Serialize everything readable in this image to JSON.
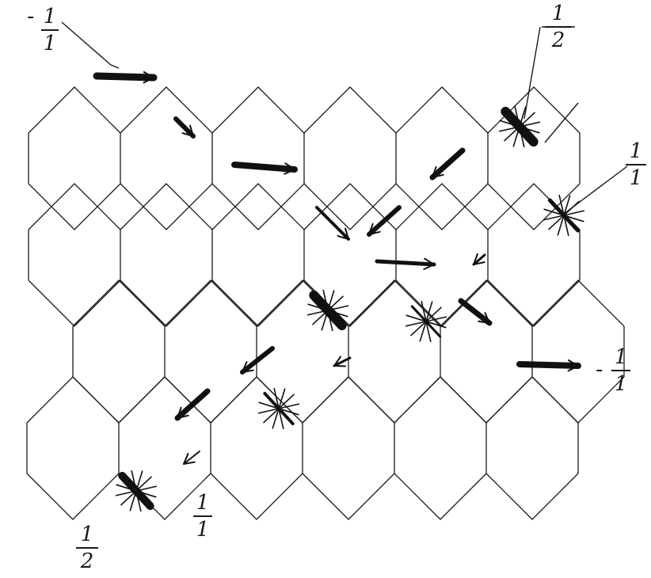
{
  "diagram": {
    "ink_color": "#1a1a1a",
    "paper_color": "#ffffff",
    "labels": {
      "top_left": {
        "sign": "-",
        "numerator": "1",
        "denominator": "1"
      },
      "top_right": {
        "numerator": "1",
        "denominator": "2"
      },
      "right_upper": {
        "numerator": "1",
        "denominator": "1"
      },
      "right_lower": {
        "sign": "-",
        "numerator": "1",
        "denominator": "1"
      },
      "bottom_left": {
        "numerator": "1",
        "denominator": "2"
      },
      "bottom_middle": {
        "numerator": "1",
        "denominator": "1"
      }
    }
  }
}
